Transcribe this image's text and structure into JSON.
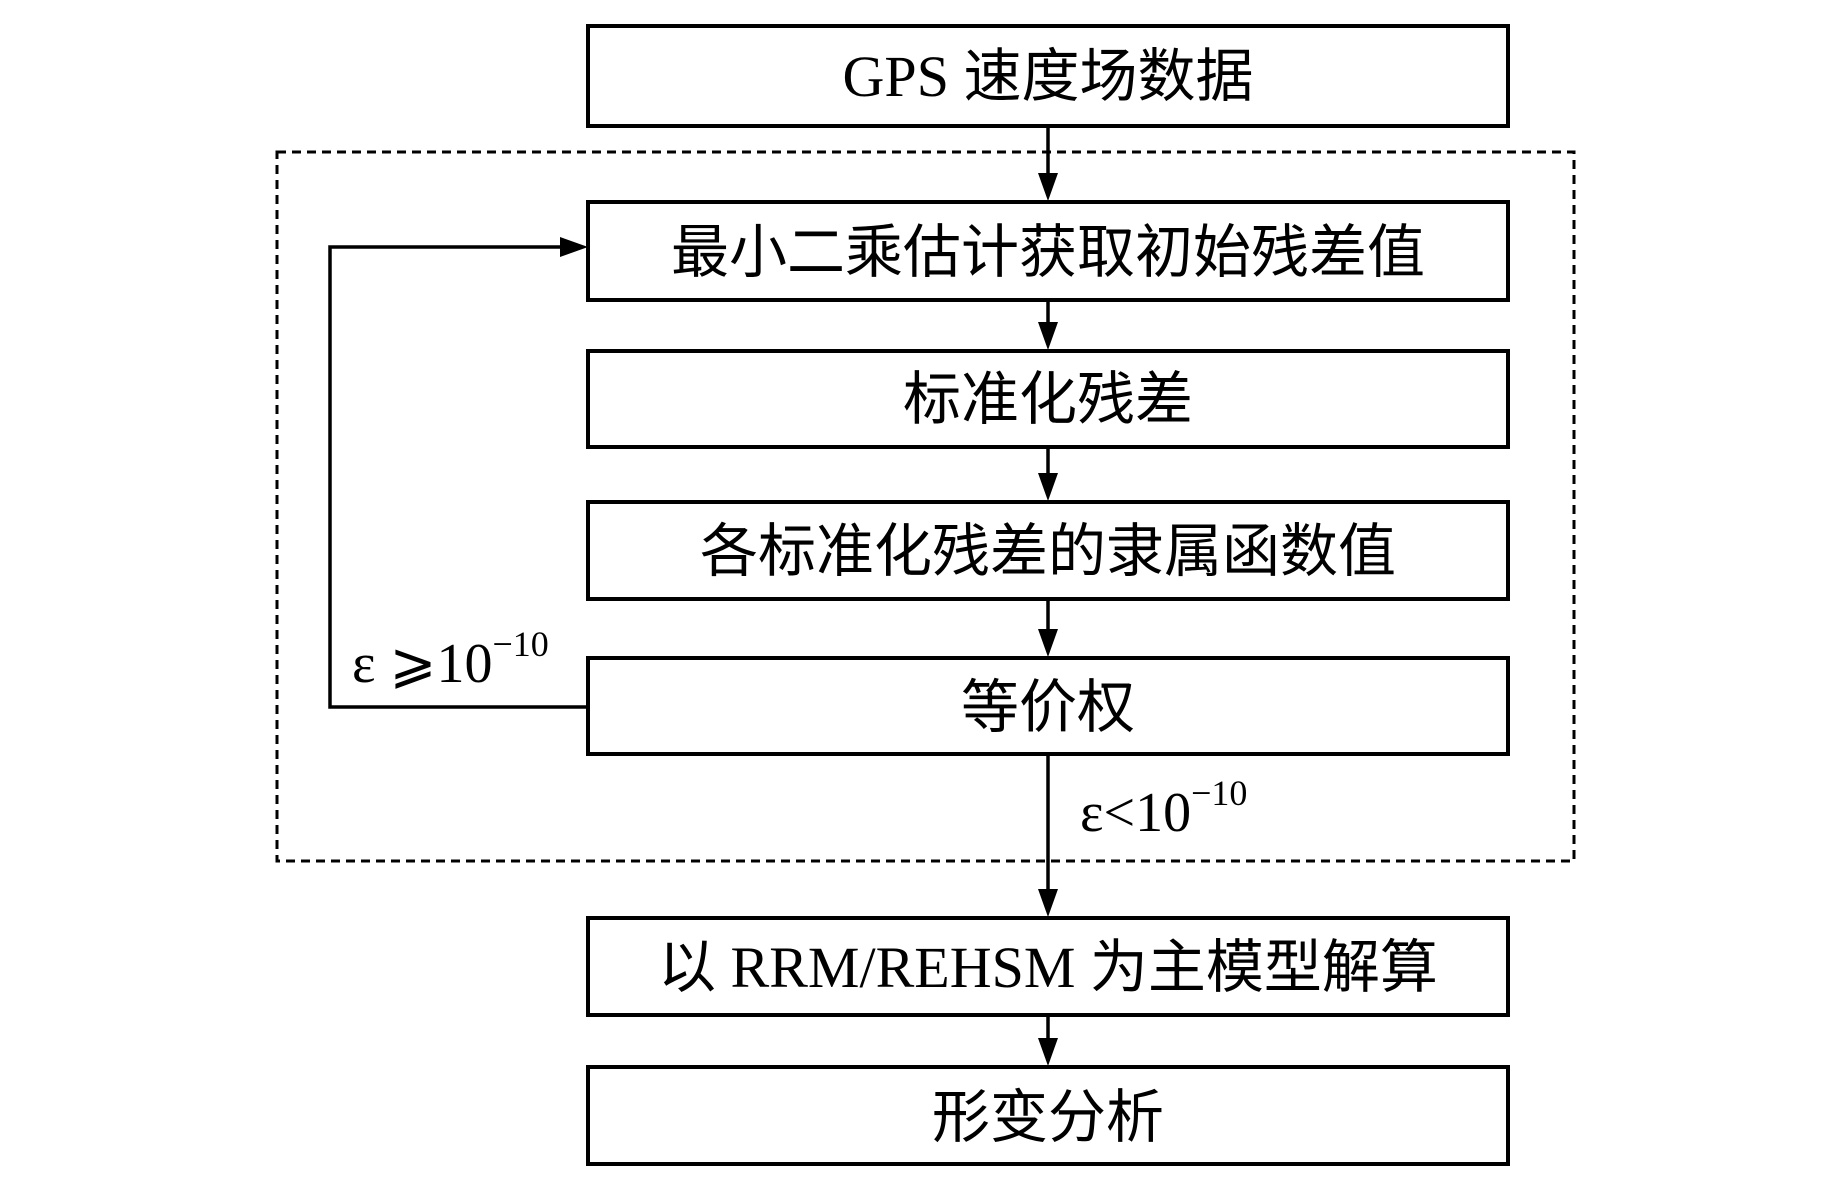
{
  "diagram": {
    "type": "flowchart",
    "colors": {
      "stroke": "#000000",
      "background": "#ffffff"
    },
    "nodes": [
      {
        "id": "gps",
        "label": "GPS 速度场数据"
      },
      {
        "id": "lsq",
        "label": "最小二乘估计获取初始残差值"
      },
      {
        "id": "std",
        "label": "标准化残差"
      },
      {
        "id": "membership",
        "label": "各标准化残差的隶属函数值"
      },
      {
        "id": "equiv",
        "label": "等价权"
      },
      {
        "id": "solve",
        "label": "以 RRM/REHSM 为主模型解算"
      },
      {
        "id": "analysis",
        "label": "形变分析"
      }
    ],
    "edges": [
      {
        "from": "gps",
        "to": "lsq"
      },
      {
        "from": "lsq",
        "to": "std"
      },
      {
        "from": "std",
        "to": "membership"
      },
      {
        "from": "membership",
        "to": "equiv"
      },
      {
        "from": "equiv",
        "to": "lsq",
        "condition": "loop"
      },
      {
        "from": "equiv",
        "to": "solve",
        "condition": "exit"
      },
      {
        "from": "solve",
        "to": "analysis"
      }
    ],
    "conditions": {
      "loop": {
        "base": "ε ⩾10",
        "exponent": "−10"
      },
      "exit": {
        "base": "ε<10",
        "exponent": "−10"
      }
    },
    "group": {
      "style": "dashed",
      "contains": [
        "lsq",
        "std",
        "membership",
        "equiv"
      ]
    }
  }
}
